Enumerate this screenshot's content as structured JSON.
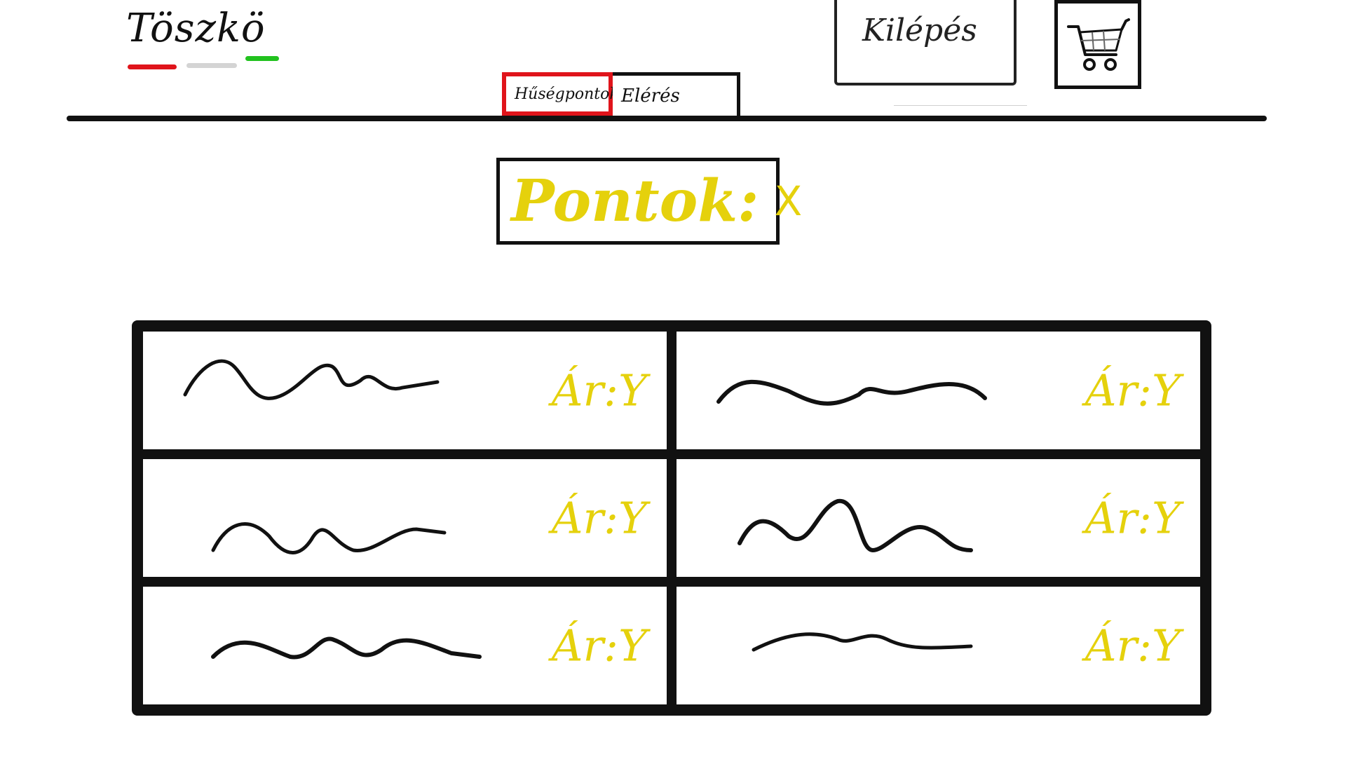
{
  "header": {
    "logo_text": "Töszkö",
    "flag_colors": [
      "#e0141b",
      "#d4d4d4",
      "#22c21f"
    ],
    "tabs": [
      {
        "label": "Hűségpontok",
        "active": true
      },
      {
        "label": "Elérés",
        "active": false
      }
    ],
    "logout_label": "Kilépés",
    "cart_icon": "shopping-cart-icon"
  },
  "points": {
    "label": "Pontok:",
    "value": "X"
  },
  "products": [
    {
      "image": "squiggle-placeholder",
      "price_label": "Ár:Y"
    },
    {
      "image": "squiggle-placeholder",
      "price_label": "Ár:Y"
    },
    {
      "image": "squiggle-placeholder",
      "price_label": "Ár:Y"
    },
    {
      "image": "squiggle-placeholder",
      "price_label": "Ár:Y"
    },
    {
      "image": "squiggle-placeholder",
      "price_label": "Ár:Y"
    },
    {
      "image": "squiggle-placeholder",
      "price_label": "Ár:Y"
    }
  ],
  "colors": {
    "accent_yellow": "#e5d10c",
    "active_tab_border": "#e0141b",
    "ink": "#111111"
  }
}
